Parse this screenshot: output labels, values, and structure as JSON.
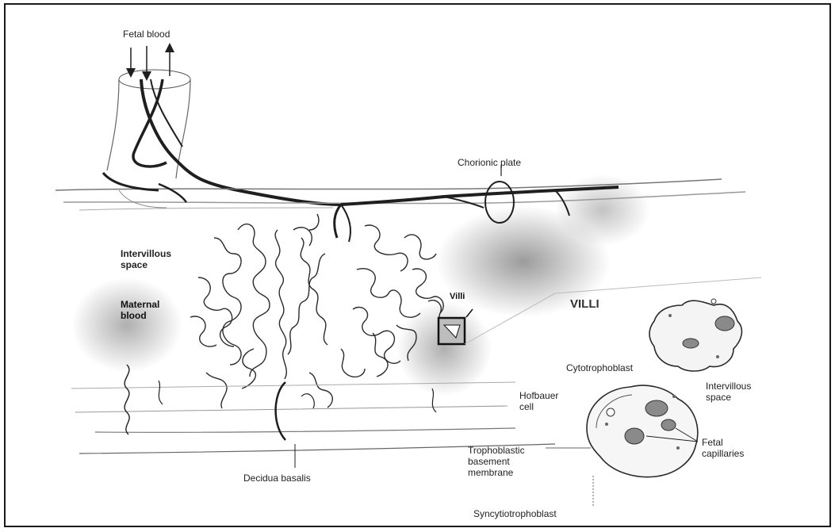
{
  "labels": {
    "fetal_blood": "Fetal blood",
    "chorionic_plate": "Chorionic plate",
    "intervillous_space": "Intervillous\nspace",
    "maternal_blood": "Maternal\nblood",
    "villi_box": "Villi",
    "villi_title": "VILLI",
    "cytotrophoblast": "Cytotrophoblast",
    "intervillous_space_inset": "Intervillous\nspace",
    "hofbauer_cell": "Hofbauer\ncell",
    "fetal_capillaries": "Fetal\ncapillaries",
    "trophoblastic_membrane": "Trophoblastic\nbasement\nmembrane",
    "syncytiotrophoblast": "Syncytiotrophoblast",
    "decidua_basalis": "Decidua basalis"
  },
  "colors": {
    "ink": "#1f1f1f",
    "shade": "#8a8a8a",
    "light_shade": "#cfcfcf",
    "border": "#1a1a1a"
  }
}
